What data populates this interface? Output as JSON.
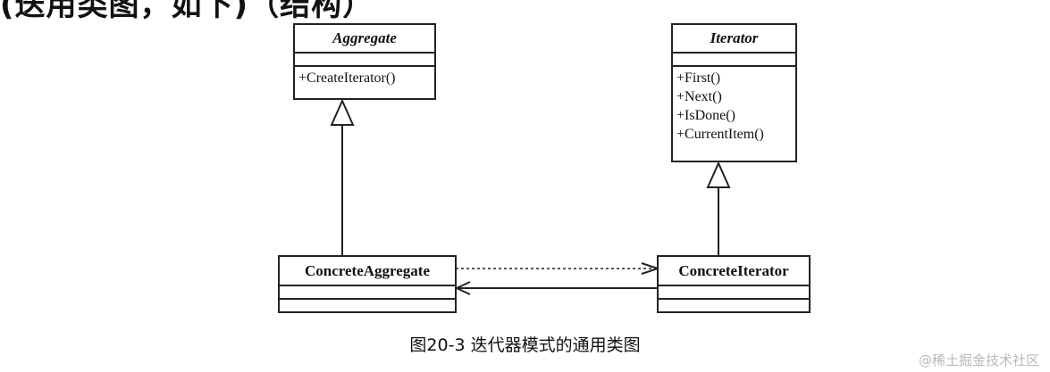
{
  "header_fragment": "(迭用类图，如下)（结构）",
  "classes": {
    "aggregate": {
      "name": "Aggregate",
      "operations": [
        "+CreateIterator()"
      ]
    },
    "iterator": {
      "name": "Iterator",
      "operations": [
        "+First()",
        "+Next()",
        "+IsDone()",
        "+CurrentItem()"
      ]
    },
    "concrete_aggregate": {
      "name": "ConcreteAggregate"
    },
    "concrete_iterator": {
      "name": "ConcreteIterator"
    }
  },
  "caption": "图20-3   迭代器模式的通用类图",
  "watermark": "@稀土掘金技术社区",
  "colors": {
    "line": "#222222",
    "background": "#ffffff",
    "watermark": "#b8b8b8"
  }
}
